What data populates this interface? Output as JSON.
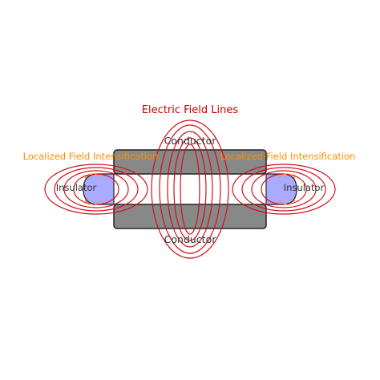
{
  "title": "Electric Field Lines",
  "conductor_top_label": "Conductor",
  "conductor_bottom_label": "Conductor",
  "insulator_left_label": "Insulator",
  "insulator_right_label": "Insulator",
  "intensification_left_label": "Localized Field Intensification",
  "intensification_right_label": "Localized Field Intensification",
  "colors": {
    "conductor": "#888888",
    "insulator": "#aaaaff",
    "field_lines": "#d0101a",
    "intensification": "#ff8c00"
  }
}
